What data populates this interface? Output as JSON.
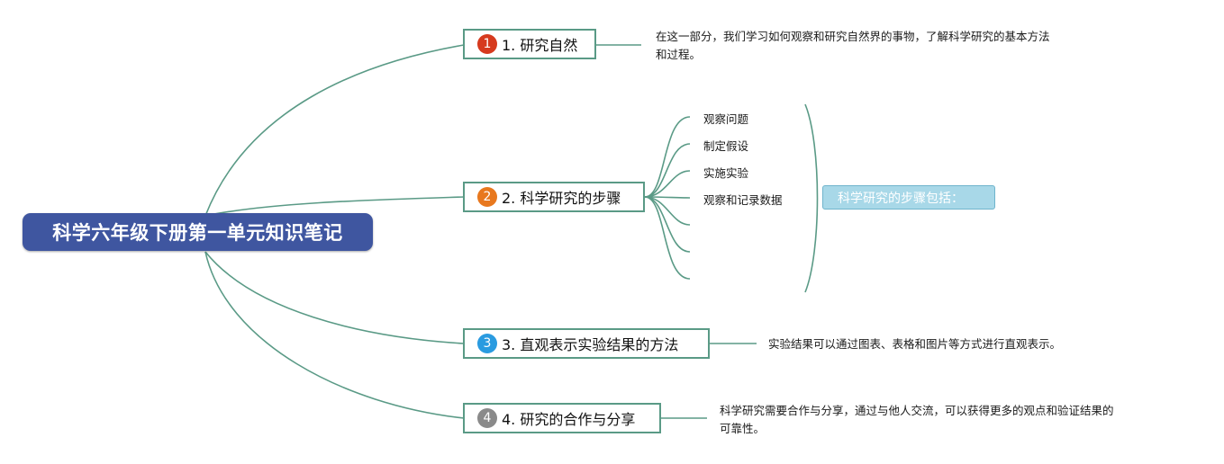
{
  "root": {
    "title": "科学六年级下册第一单元知识笔记"
  },
  "branches": [
    {
      "number": "1",
      "label": "1. 研究自然",
      "badge_color": "#d63a1e",
      "description_lines": [
        "在这一部分，我们学习如何观察和研究自然界的事物，了解科学研究的基本方法",
        "和过程。"
      ]
    },
    {
      "number": "2",
      "label": "2. 科学研究的步骤",
      "badge_color": "#e8781e",
      "steps": [
        "观察问题",
        "制定假设",
        "实施实验",
        "观察和记录数据",
        "",
        "",
        ""
      ],
      "callout": "科学研究的步骤包括："
    },
    {
      "number": "3",
      "label": "3. 直观表示实验结果的方法",
      "badge_color": "#2a9be0",
      "description_lines": [
        "实验结果可以通过图表、表格和图片等方式进行直观表示。"
      ]
    },
    {
      "number": "4",
      "label": "4. 研究的合作与分享",
      "badge_color": "#8a8a8a",
      "description_lines": [
        "科学研究需要合作与分享，通过与他人交流，可以获得更多的观点和验证结果的",
        "可靠性。"
      ]
    }
  ],
  "colors": {
    "root_bg": "#3f56a0",
    "connector": "#5a9a86",
    "callout_bg": "#a8d8e8"
  }
}
